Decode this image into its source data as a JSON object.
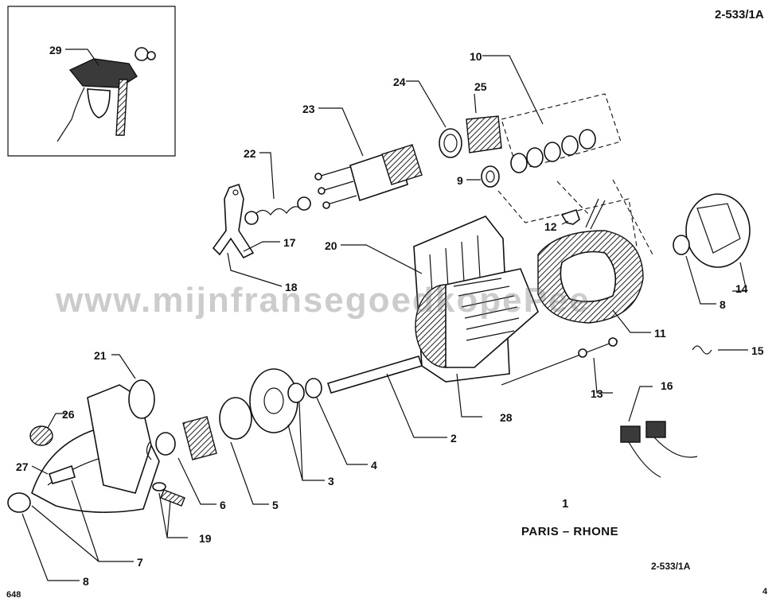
{
  "doc_code_top": "2-533/1A",
  "doc_code_bottom": "2-533/1A",
  "brand": "PARIS – RHONE",
  "assembly_number": "1",
  "page_code": "648",
  "page_number": "4",
  "watermark": "www.mijnfransegoedkopePee",
  "callouts": [
    "29",
    "10",
    "24",
    "25",
    "23",
    "22",
    "9",
    "12",
    "17",
    "20",
    "18",
    "14",
    "8",
    "11",
    "15",
    "21",
    "13",
    "16",
    "26",
    "28",
    "2",
    "27",
    "4",
    "3",
    "6",
    "5",
    "1",
    "19",
    "7",
    "8"
  ],
  "colors": {
    "ink": "#111111",
    "watermark": "#8a8a8a",
    "background": "#ffffff"
  }
}
